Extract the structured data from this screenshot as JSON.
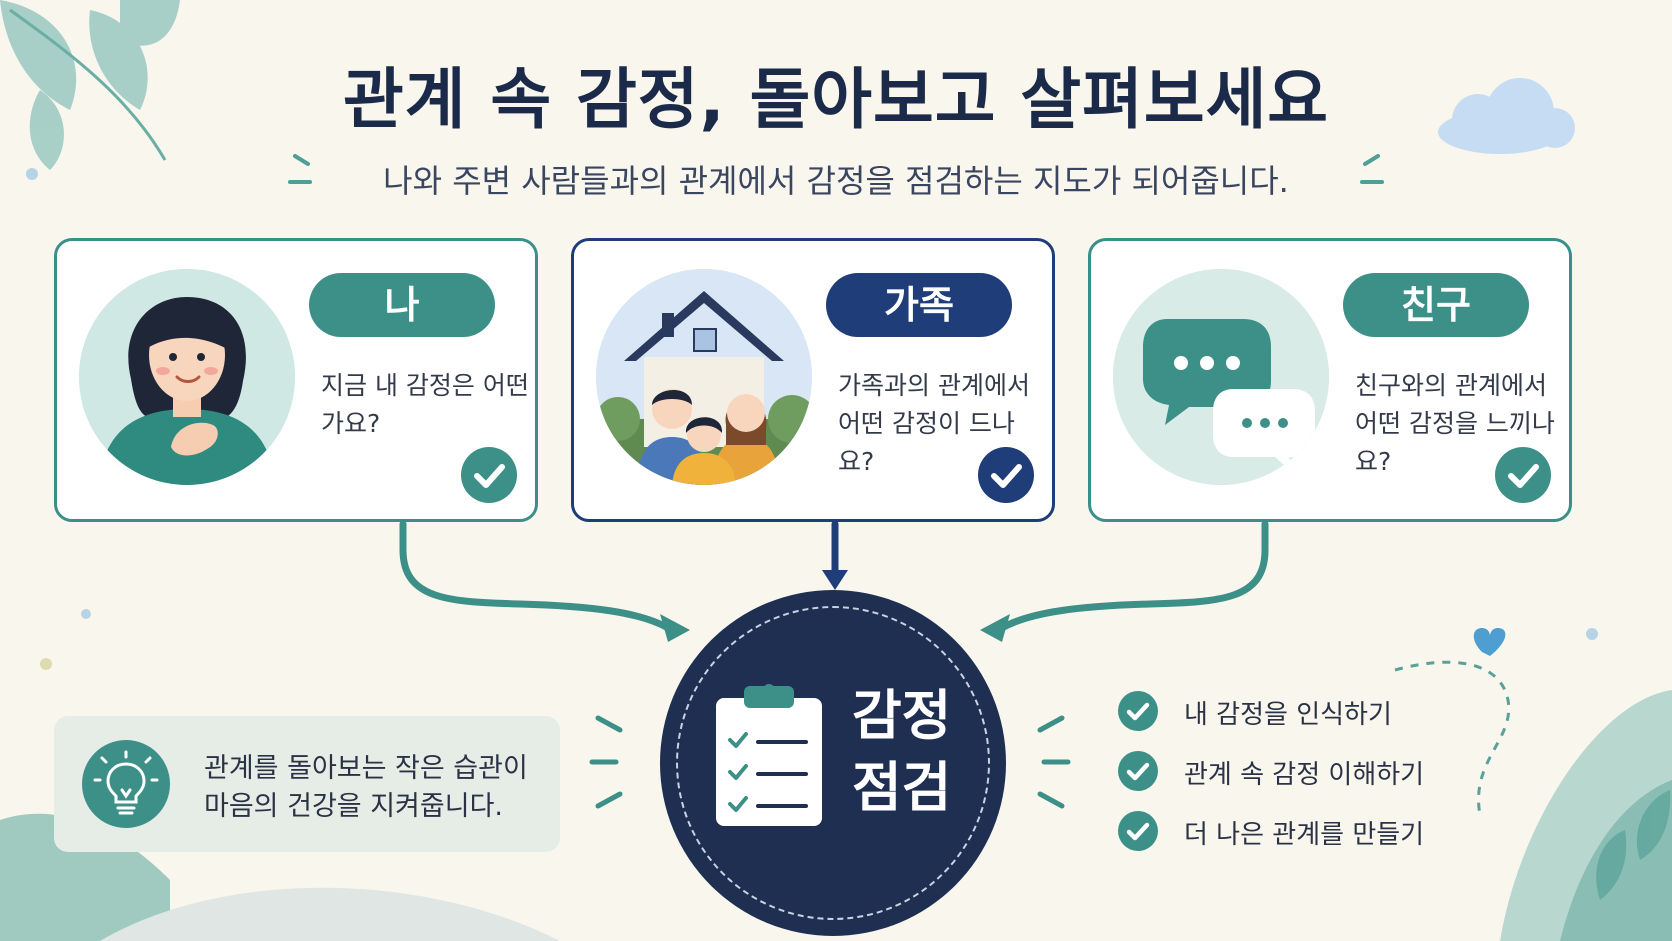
{
  "header": {
    "title": "관계 속 감정, 돌아보고 살펴보세요",
    "subtitle": "나와 주변 사람들과의 관계에서 감정을 점검하는 지도가 되어줍니다."
  },
  "cards": [
    {
      "label": "나",
      "question": "지금 내 감정은 어떤가요?",
      "icon": "woman-hand-on-heart-illustration",
      "accent": "#3d9088"
    },
    {
      "label": "가족",
      "question": "가족과의 관계에서 어떤 감정이 드나요?",
      "icon": "family-house-illustration",
      "accent": "#1f3d78"
    },
    {
      "label": "친구",
      "question": "친구와의 관계에서 어떤 감정을 느끼나요?",
      "icon": "speech-bubbles-illustration",
      "accent": "#3d9088"
    }
  ],
  "center": {
    "line1": "감정",
    "line2": "점검",
    "icon": "clipboard-checklist-icon"
  },
  "tip": {
    "text": "관계를 돌아보는 작은 습관이 마음의 건강을 지켜줍니다.",
    "icon": "lightbulb-icon"
  },
  "steps": [
    "내 감정을 인식하기",
    "관계 속 감정 이해하기",
    "더 나은 관계를 만들기"
  ],
  "colors": {
    "teal": "#3d9088",
    "navy": "#1f3d78",
    "dark_navy": "#1f2f52",
    "background": "#f9f6ee"
  }
}
